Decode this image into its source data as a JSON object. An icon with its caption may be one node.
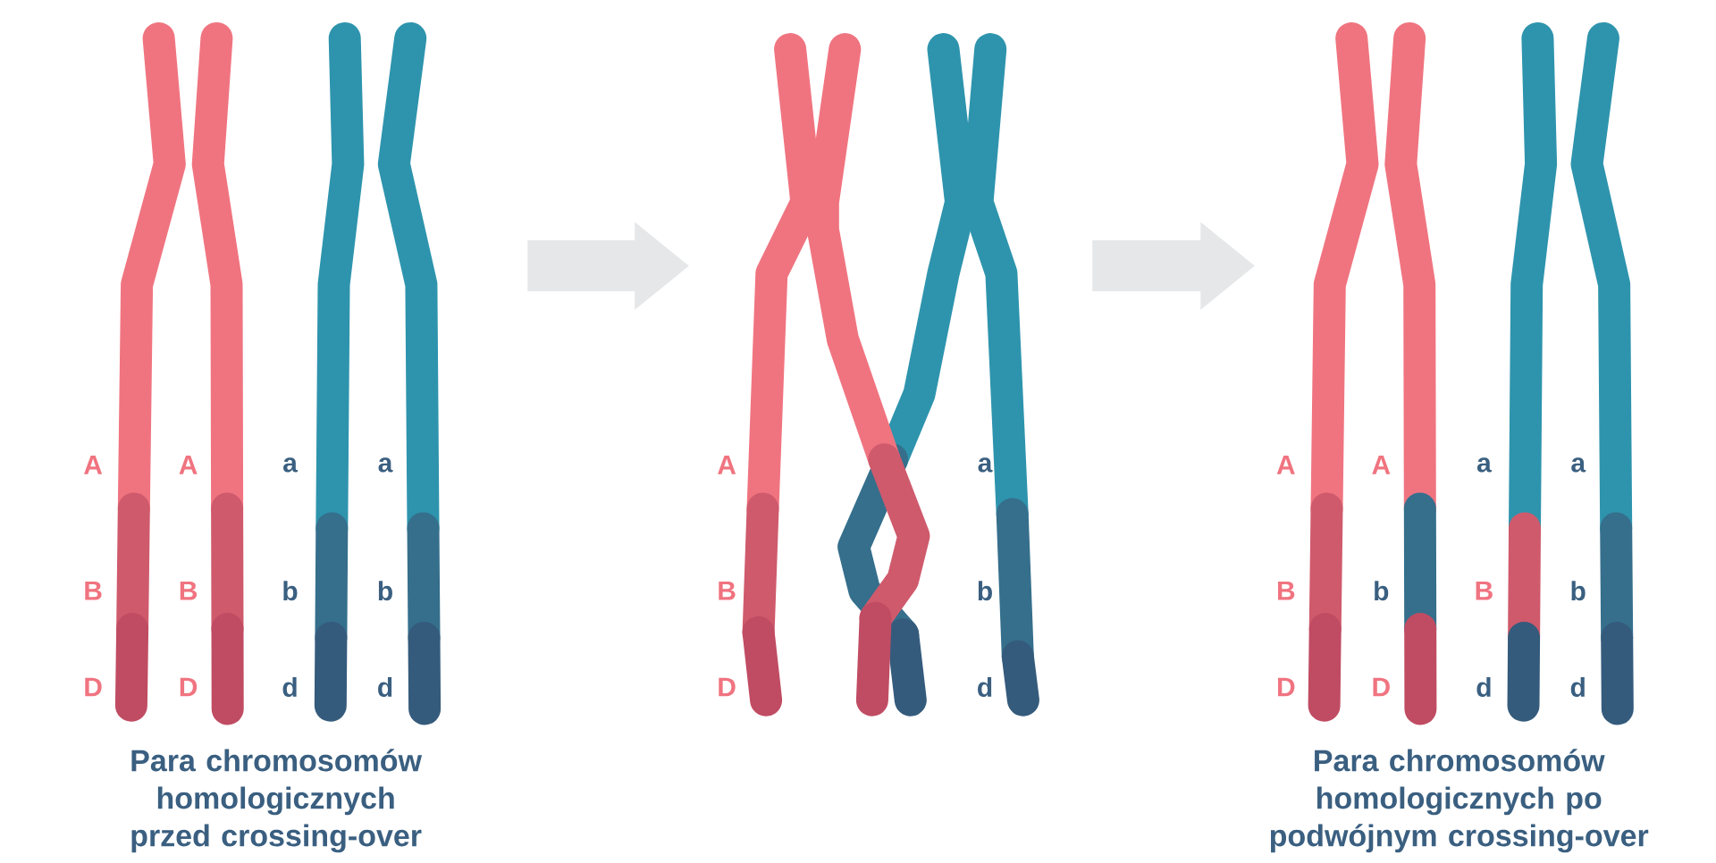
{
  "diagram": {
    "nodes": [
      {
        "text": [],
        "shape": "picture",
        "beside": [
          "Para chromosomów homologicznych przed crossing-over"
        ]
      },
      {
        "text": [],
        "shape": "picture"
      },
      {
        "text": [],
        "shape": "picture",
        "beside": [
          "Para chromosomów homologicznych po podwójnym crossing-over"
        ]
      }
    ],
    "edges": [
      {
        "from": 0,
        "to": 1,
        "arrow": "to"
      },
      {
        "from": 1,
        "to": 2,
        "arrow": "to"
      }
    ],
    "labels": [
      "A",
      "A",
      "a",
      "a",
      "B",
      "B",
      "b",
      "b",
      "D",
      "D",
      "d",
      "d",
      "A",
      "a",
      "B",
      "b",
      "D",
      "d",
      "A",
      "A",
      "a",
      "a",
      "B",
      "b",
      "B",
      "b",
      "D",
      "D",
      "d",
      "d"
    ]
  }
}
